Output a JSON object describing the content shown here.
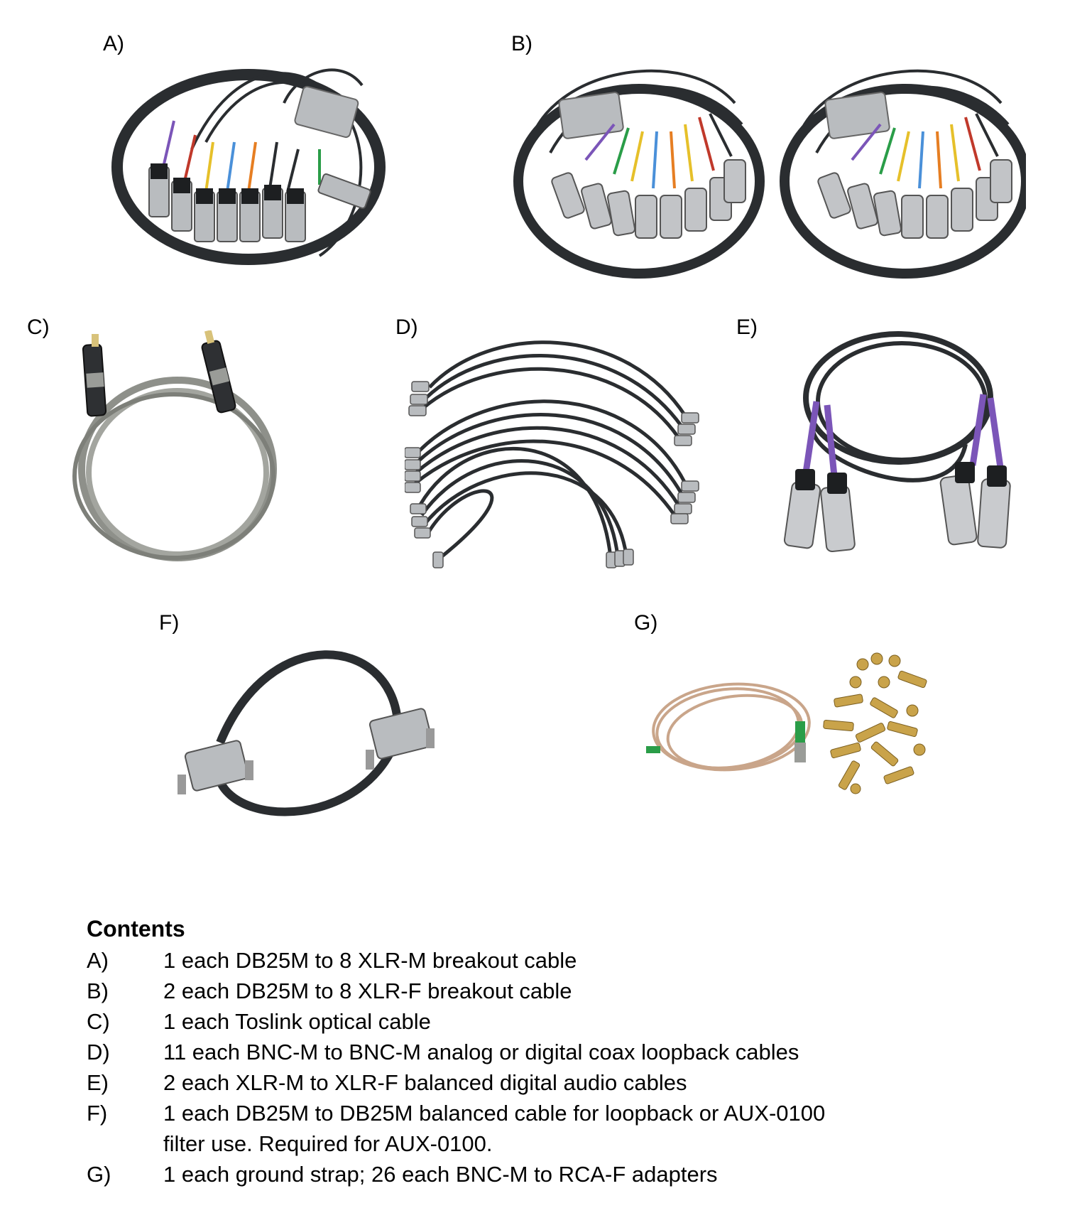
{
  "figures": [
    {
      "label": "A)"
    },
    {
      "label": "B)"
    },
    {
      "label": "C)"
    },
    {
      "label": "D)"
    },
    {
      "label": "E)"
    },
    {
      "label": "F)"
    },
    {
      "label": "G)"
    }
  ],
  "contents": {
    "title": "Contents",
    "items": [
      {
        "key": "A)",
        "text": "1 each DB25M to 8 XLR-M breakout cable"
      },
      {
        "key": "B)",
        "text": "2 each DB25M to 8 XLR-F breakout cable"
      },
      {
        "key": "C)",
        "text": "1 each Toslink optical cable"
      },
      {
        "key": "D)",
        "text": "11 each BNC-M to BNC-M analog or digital coax loopback cables"
      },
      {
        "key": "E)",
        "text": "2 each XLR-M to XLR-F balanced digital audio cables"
      },
      {
        "key": "F)",
        "text": "1 each DB25M to DB25M balanced cable for loopback or AUX-0100\nfilter use. Required for AUX-0100."
      },
      {
        "key": "G)",
        "text": "1 each ground strap; 26 each BNC-M to RCA-F adapters"
      }
    ]
  },
  "colors": {
    "cable_black": "#2a2d30",
    "xlr_silver": "#b9bcbf",
    "toslink_gray": "#8e908a",
    "purple": "#7b55b8",
    "ground_strap": "#c9a58a",
    "brass": "#c9a34a"
  }
}
